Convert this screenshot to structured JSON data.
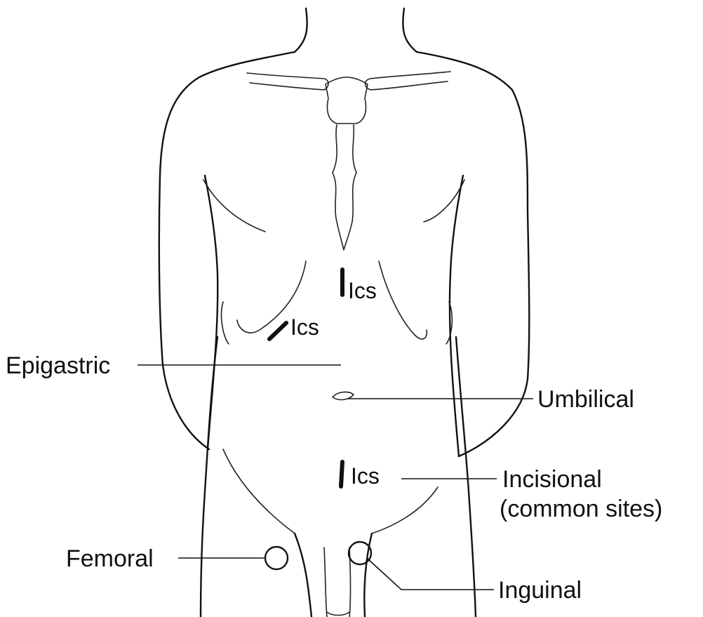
{
  "labels": {
    "epigastric": "Epigastric",
    "umbilical": "Umbilical",
    "incisional_line1": "Incisional",
    "incisional_line2": "(common sites)",
    "femoral": "Femoral",
    "inguinal": "Inguinal",
    "ics_upper": "Ics",
    "ics_subcostal": "Ics",
    "ics_lower": "Ics"
  },
  "colors": {
    "line": "#111111",
    "background": "#ffffff"
  }
}
